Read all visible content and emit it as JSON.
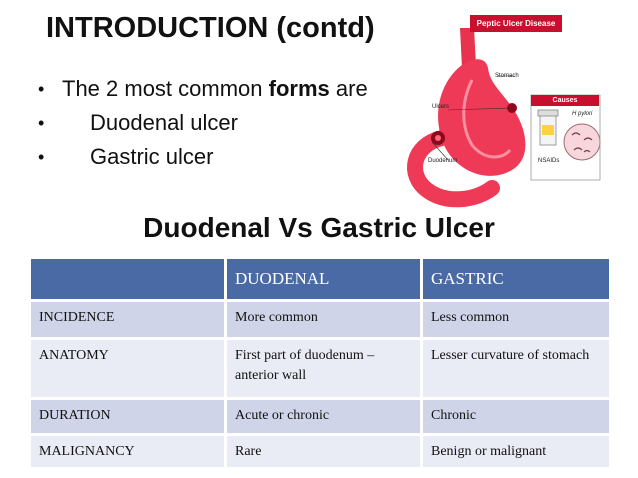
{
  "slide": {
    "title": "INTRODUCTION (contd)",
    "bullets": [
      {
        "prefix": "The 2 most common ",
        "bold": "forms",
        "suffix": " are"
      },
      {
        "text": "Duodenal ulcer"
      },
      {
        "text": "Gastric ulcer"
      }
    ],
    "subtitle": "Duodenal Vs Gastric Ulcer"
  },
  "illustration": {
    "title": "Peptic Ulcer Disease",
    "stomach_label": "Stomach",
    "ulcers_label": "Ulcers",
    "duodenum_label": "Duodenum",
    "causes_label": "Causes",
    "hpylori_label": "H pylori",
    "nsaids_label": "NSAIDs"
  },
  "table": {
    "headers": [
      "",
      "DUODENAL",
      "GASTRIC"
    ],
    "rows": [
      [
        "INCIDENCE",
        "More common",
        "Less common"
      ],
      [
        "ANATOMY",
        "First part of duodenum – anterior wall",
        "Lesser curvature of stomach"
      ],
      [
        "DURATION",
        "Acute or chronic",
        "Chronic"
      ],
      [
        "MALIGNANCY",
        "Rare",
        "Benign or malignant"
      ]
    ]
  },
  "colors": {
    "header_bg": "#4a6aa5",
    "row_odd_bg": "#d0d4e9",
    "row_even_bg": "#e9ebf5",
    "accent_red": "#c8102e"
  }
}
